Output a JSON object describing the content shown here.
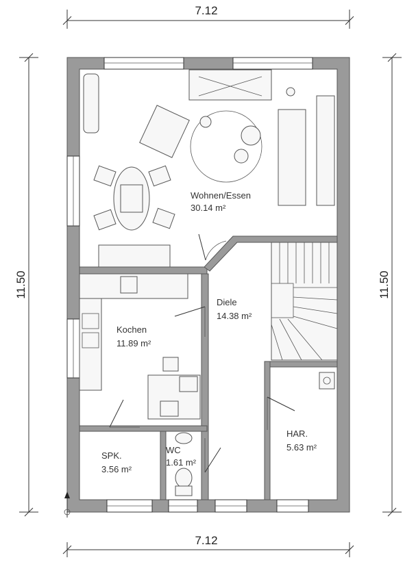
{
  "dimensions": {
    "top": "7.12",
    "bottom": "7.12",
    "left": "11.50",
    "right": "11.50"
  },
  "rooms": [
    {
      "name": "Wohnen/Essen",
      "area": "30.14 m²"
    },
    {
      "name": "Diele",
      "area": "14.38 m²"
    },
    {
      "name": "Kochen",
      "area": "11.89 m²"
    },
    {
      "name": "HAR.",
      "area": "5.63 m²"
    },
    {
      "name": "SPK.",
      "area": "3.56 m²"
    },
    {
      "name": "WC",
      "area": "1.61 m²"
    }
  ],
  "icons": [
    "north-arrow-icon",
    "stair-icon",
    "door-swing-icon",
    "window-icon",
    "furniture-icon"
  ]
}
